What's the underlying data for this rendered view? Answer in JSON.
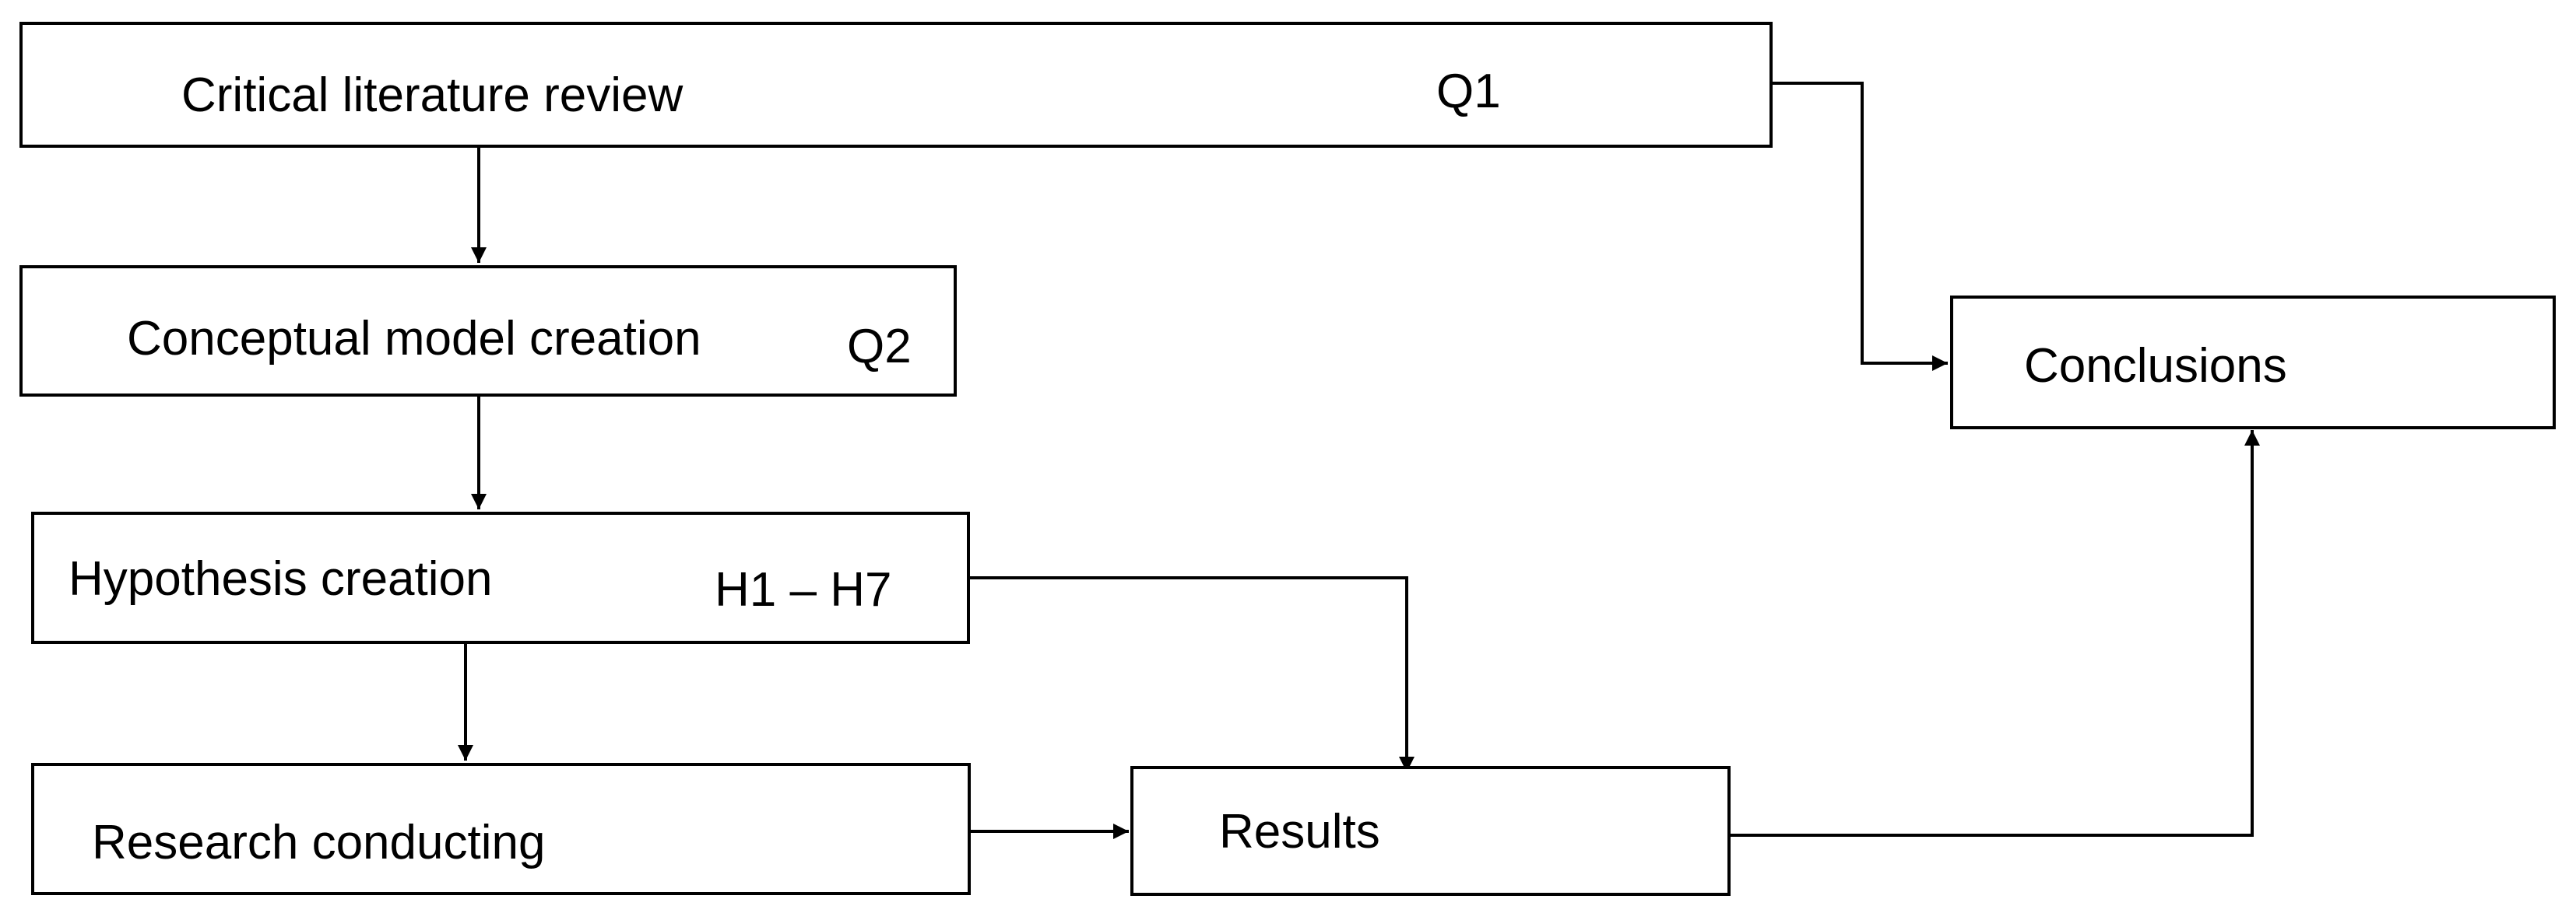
{
  "diagram": {
    "type": "flowchart",
    "nodes": {
      "literature_review": {
        "label": "Critical literature review",
        "tag": "Q1"
      },
      "conceptual_model": {
        "label": "Conceptual model creation",
        "tag": "Q2"
      },
      "hypothesis": {
        "label": "Hypothesis creation",
        "tag": "H1 – H7"
      },
      "research": {
        "label": "Research conducting"
      },
      "results": {
        "label": "Results"
      },
      "conclusions": {
        "label": "Conclusions"
      }
    },
    "edges": [
      {
        "from": "literature_review",
        "to": "conceptual_model"
      },
      {
        "from": "conceptual_model",
        "to": "hypothesis"
      },
      {
        "from": "hypothesis",
        "to": "research"
      },
      {
        "from": "hypothesis",
        "to": "results"
      },
      {
        "from": "research",
        "to": "results"
      },
      {
        "from": "results",
        "to": "conclusions"
      },
      {
        "from": "literature_review",
        "to": "conclusions"
      }
    ],
    "colors": {
      "stroke": "#000000",
      "background": "#ffffff"
    }
  }
}
